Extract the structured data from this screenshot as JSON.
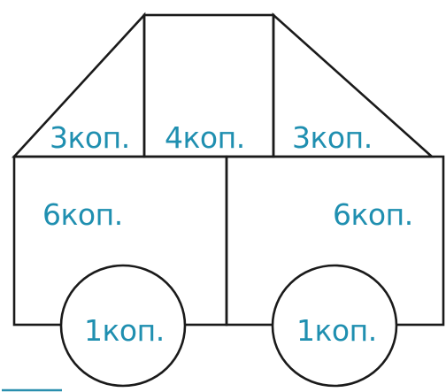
{
  "colors": {
    "label": "#1f8fb0",
    "outline": "#1a1a1a",
    "accent_mark": "#2a8fae"
  },
  "car": {
    "roof": {
      "left_triangle_label": "3коп.",
      "middle_square_label": "4коп.",
      "right_triangle_label": "3коп."
    },
    "body": {
      "left_rectangle_label": "6коп.",
      "right_rectangle_label": "6коп."
    },
    "wheels": {
      "left_wheel_label": "1коп.",
      "right_wheel_label": "1коп."
    }
  }
}
